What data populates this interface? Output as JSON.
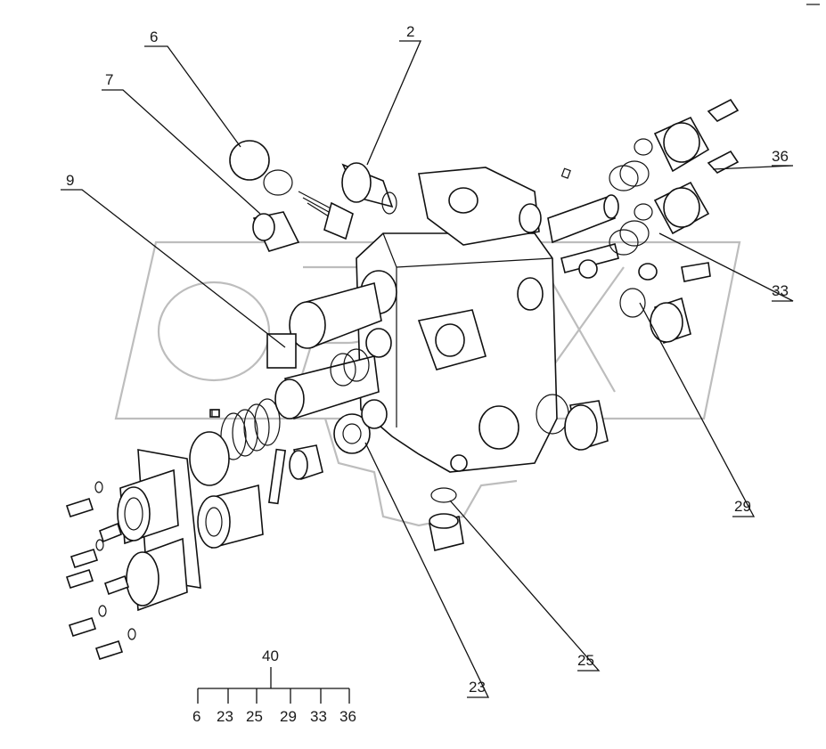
{
  "callouts": [
    {
      "id": "6",
      "text": "6"
    },
    {
      "id": "2",
      "text": "2"
    },
    {
      "id": "7",
      "text": "7"
    },
    {
      "id": "9",
      "text": "9"
    },
    {
      "id": "36",
      "text": "36"
    },
    {
      "id": "33",
      "text": "33"
    },
    {
      "id": "29",
      "text": "29"
    },
    {
      "id": "25",
      "text": "25"
    },
    {
      "id": "23",
      "text": "23"
    }
  ],
  "kit": {
    "label": "40",
    "items": [
      "6",
      "23",
      "25",
      "29",
      "33",
      "36"
    ]
  },
  "watermark": {
    "text": "OPEX"
  }
}
